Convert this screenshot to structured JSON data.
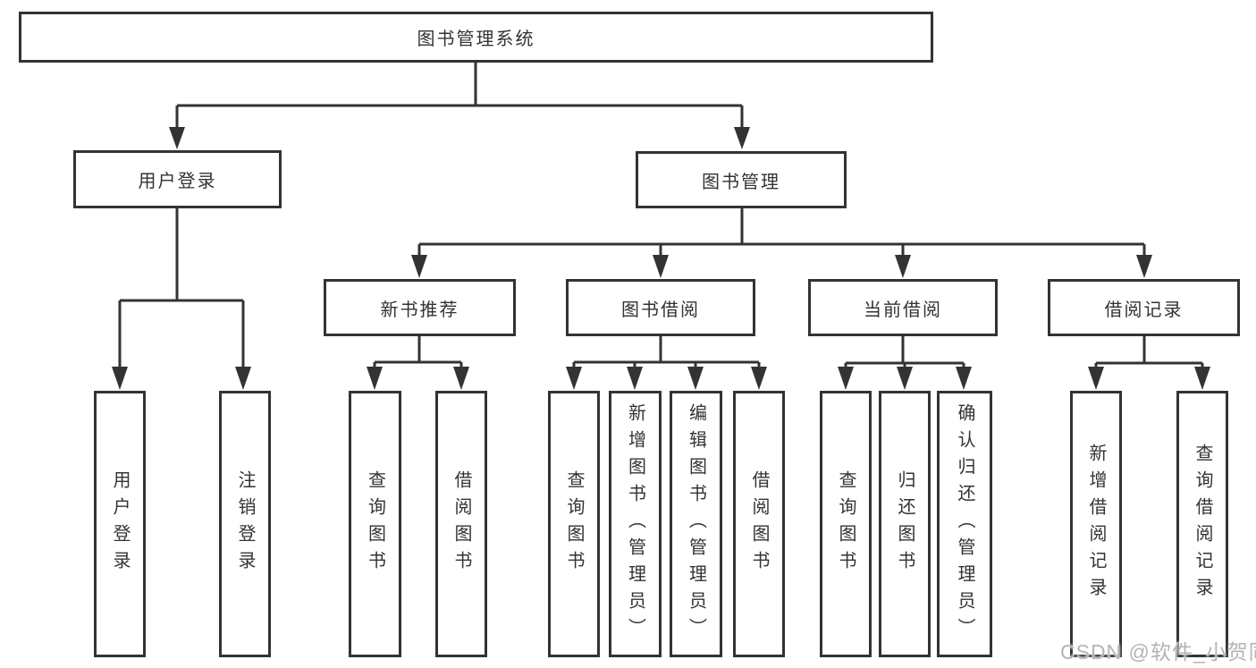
{
  "diagram": {
    "root": {
      "label": "图书管理系统"
    },
    "level2": [
      {
        "label": "用户登录"
      },
      {
        "label": "图书管理"
      }
    ],
    "level3": [
      {
        "label": "新书推荐"
      },
      {
        "label": "图书借阅"
      },
      {
        "label": "当前借阅"
      },
      {
        "label": "借阅记录"
      }
    ],
    "leaves": {
      "user": [
        "用户登录",
        "注销登录"
      ],
      "recommend": [
        "查询图书",
        "借阅图书"
      ],
      "borrow": [
        "查询图书",
        "新增图书（管理员）",
        "编辑图书（管理员）",
        "借阅图书"
      ],
      "current": [
        "查询图书",
        "归还图书",
        "确认归还（管理员）"
      ],
      "records": [
        "新增借阅记录",
        "查询借阅记录"
      ]
    },
    "watermark": "CSDN @软件_小贺同学",
    "colors": {
      "line": "#333333",
      "text": "#333333",
      "watermark": "#b6b3b3",
      "background": "#ffffff"
    }
  }
}
